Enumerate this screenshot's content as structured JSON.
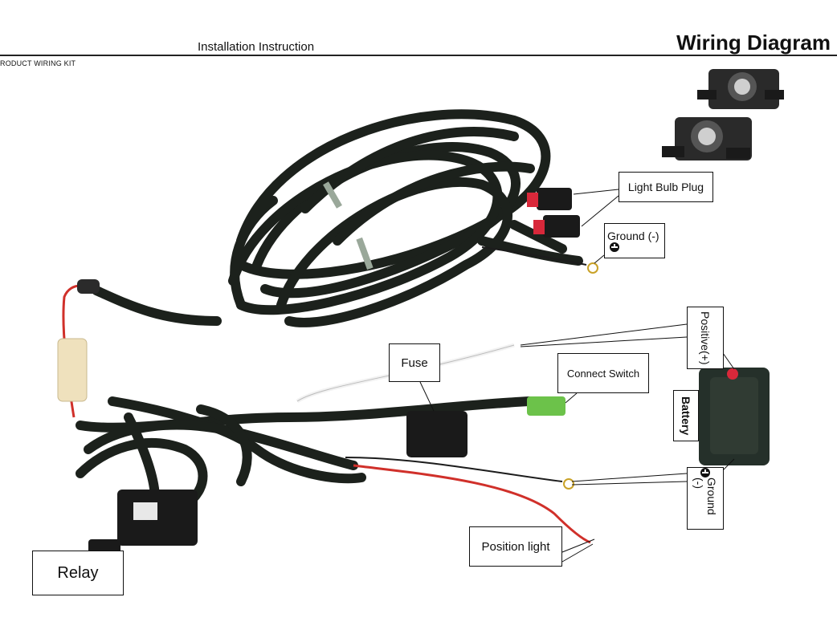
{
  "header": {
    "title": "Installation Instruction",
    "right_title": "Wiring Diagram",
    "subtitle": "RODUCT WIRING KIT"
  },
  "labels": {
    "light_bulb_plug": "Light Bulb Plug",
    "ground_top": "Ground (-)",
    "fuse": "Fuse",
    "connect_switch": "Connect Switch",
    "positive": "Positive(+)",
    "battery": "Battery",
    "ground_bottom": "Ground (-)",
    "position_light": "Position light",
    "relay": "Relay"
  },
  "colors": {
    "harness": "#1c211c",
    "red_wire": "#d0302a",
    "green_connector": "#6cc24a",
    "battery": "#25302a",
    "bulb_plug_red": "#d8283a"
  }
}
